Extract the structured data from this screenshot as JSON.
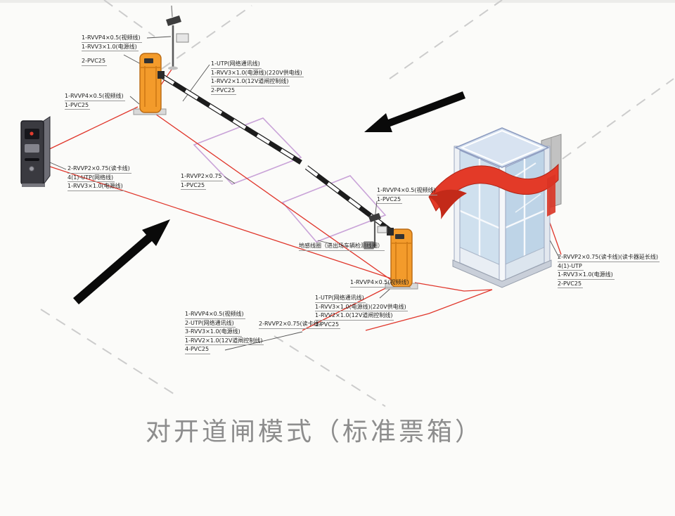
{
  "title": "对开道闸模式（标准票箱）",
  "colors": {
    "cable_red": "#e0362b",
    "gate_orange": "#f39b2b",
    "loop_purple": "#c9a3d8",
    "booth_glass": "#cfe0ee",
    "canopy_red": "#e33a28",
    "title_gray": "#8d8d8d",
    "arrow_black": "#0a0a0a"
  },
  "labels": {
    "entry_camera": [
      "1-RVVP4×0.5(视频线)",
      "1-RVV3×1.0(电源线)",
      "2-PVC25"
    ],
    "entry_camera_riser": [
      "1-RVVP4×0.5(视频线)",
      "1-PVC25"
    ],
    "entry_gate": [
      "1-UTP(网络通讯线)",
      "1-RVV3×1.0(电源线)(220V供电线)",
      "1-RVV2×1.0(12V道闸控制线)",
      "2-PVC25"
    ],
    "ticket_box": [
      "2-RVVP2×0.75(读卡线)",
      "4(1)-UTP(网络线)",
      "1-RVV3×1.0(电源线)"
    ],
    "loop_feed": [
      "1-RVVP2×0.75",
      "1-PVC25"
    ],
    "exit_camera": [
      "1-RVVP4×0.5(视频线)",
      "1-PVC25"
    ],
    "exit_camera_riser": [
      "1-RVVP4×0.5(视频线)"
    ],
    "ground_loop": "地感线圈（进出场车辆检测线圈）",
    "exit_gate": [
      "1-UTP(网络通讯线)",
      "1-RVV3×1.0(电源线)(220V供电线)",
      "1-RVV2×1.0(12V道闸控制线)",
      "2-PVC25"
    ],
    "booth_trunk": [
      "1-RVVP4×0.5(视频线)",
      "2-UTP(网络通讯线)",
      "3-RVV3×1.0(电源线)",
      "1-RVV2×1.0(12V道闸控制线)",
      "4-PVC25"
    ],
    "booth_reader": [
      "2-RVVP2×0.75(读卡线)"
    ],
    "booth_right": [
      "2-RVVP2×0.75(读卡线)(读卡器延长线)",
      "4(1)-UTP",
      "1-RVV3×1.0(电源线)",
      "2-PVC25"
    ]
  }
}
